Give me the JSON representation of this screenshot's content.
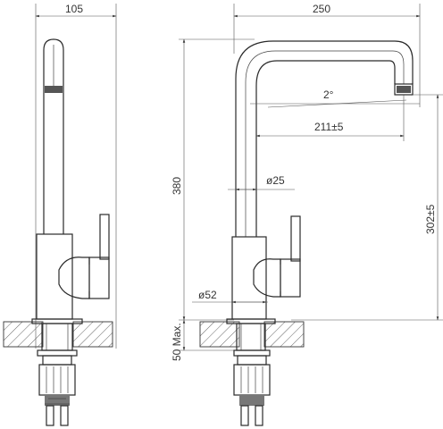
{
  "dimensions": {
    "front_width": "105",
    "side_width": "250",
    "total_height": "380",
    "spout_height": "302±5",
    "spout_reach": "211±5",
    "spout_angle": "2°",
    "spout_diameter": "ø25",
    "body_diameter": "ø52",
    "max_countertop": "50 Max."
  }
}
